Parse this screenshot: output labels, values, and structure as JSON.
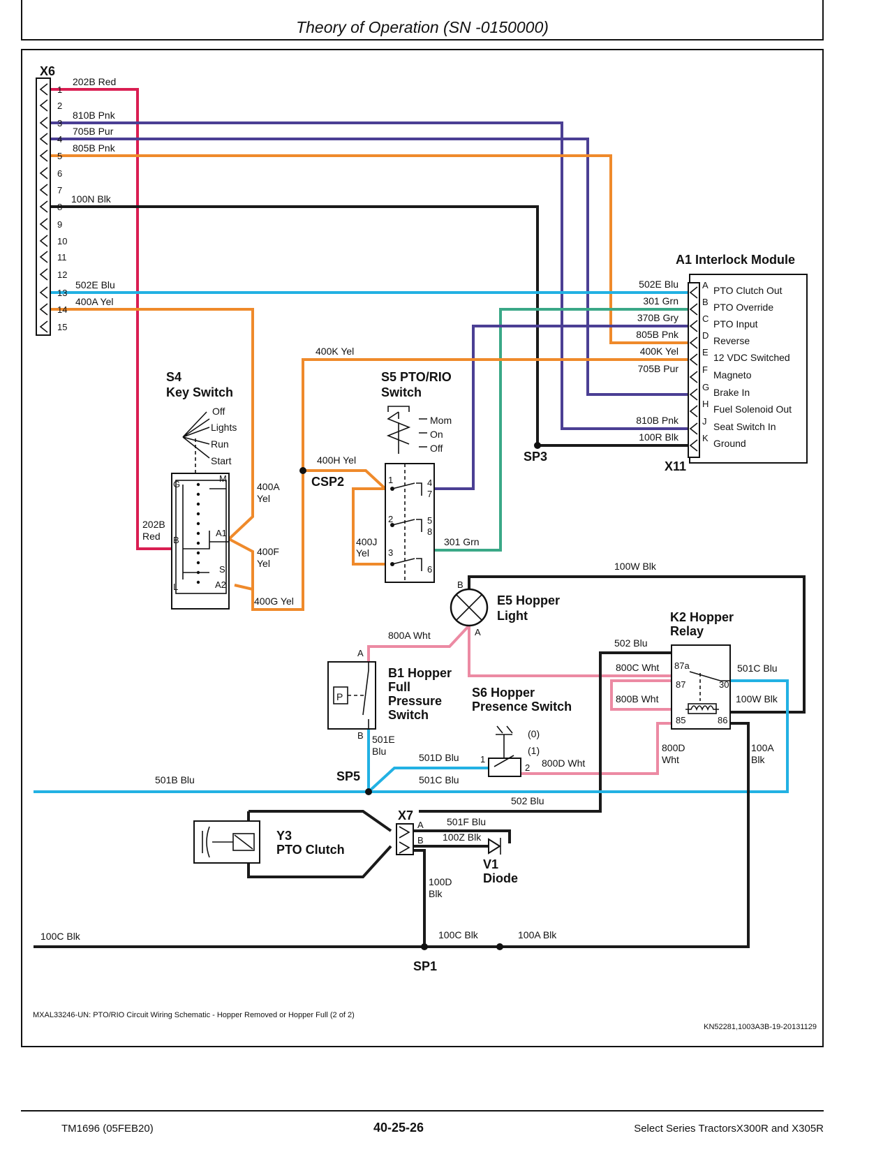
{
  "header": {
    "title": "Theory of Operation (SN -0150000)"
  },
  "connectors": {
    "x6": {
      "name": "X6",
      "pins": [
        "1",
        "2",
        "3",
        "4",
        "5",
        "6",
        "7",
        "8",
        "9",
        "10",
        "11",
        "12",
        "13",
        "14",
        "15"
      ],
      "wires": {
        "p1": "202B Red",
        "p3": "810B Pnk",
        "p4": "705B Pur",
        "p5": "805B Pnk",
        "p8": "100N Blk",
        "p13": "502E Blu",
        "p14": "400A Yel"
      }
    },
    "x11": {
      "name": "X11"
    },
    "x7": {
      "name": "X7",
      "pin_a": "A",
      "pin_b": "B"
    }
  },
  "module_a1": {
    "title": "A1 Interlock Module",
    "pins": [
      "A",
      "B",
      "C",
      "D",
      "E",
      "F",
      "G",
      "H",
      "J",
      "K"
    ],
    "functions": [
      "PTO Clutch Out",
      "PTO Override",
      "PTO Input",
      "Reverse",
      "12 VDC Switched",
      "Magneto",
      "Brake In",
      "Fuel Solenoid Out",
      "Seat Switch In",
      "Ground"
    ],
    "wires": [
      "502E Blu",
      "301 Grn",
      "370B Gry",
      "805B Pnk",
      "400K Yel",
      "705B Pur",
      "810B Pnk",
      "100R Blk"
    ]
  },
  "key_switch": {
    "title_1": "S4",
    "title_2": "Key Switch",
    "positions": [
      "Off",
      "Lights",
      "Run",
      "Start"
    ],
    "terminals": {
      "g": "G",
      "m": "M",
      "a1": "A1",
      "b": "B",
      "s": "S",
      "l": "L",
      "a2": "A2"
    }
  },
  "pto_switch": {
    "title_1": "S5 PTO/RIO",
    "title_2": "Switch",
    "positions": [
      "Mom",
      "On",
      "Off"
    ],
    "terminals": [
      "1",
      "2",
      "3",
      "4",
      "5",
      "6",
      "7",
      "8"
    ]
  },
  "hopper_light": {
    "title_1": "E5 Hopper",
    "title_2": "Light",
    "pin_a": "A",
    "pin_b": "B"
  },
  "hopper_relay": {
    "title_1": "K2 Hopper",
    "title_2": "Relay",
    "pins": {
      "p87a": "87a",
      "p87": "87",
      "p30": "30",
      "p85": "85",
      "p86": "86"
    }
  },
  "pressure_switch": {
    "title": [
      "B1 Hopper",
      "Full",
      "Pressure",
      "Switch"
    ],
    "symbol": "P",
    "pin_a": "A",
    "pin_b": "B"
  },
  "presence_switch": {
    "title_1": "S6 Hopper",
    "title_2": "Presence Switch",
    "positions": [
      "(0)",
      "(1)"
    ],
    "pin_1": "1",
    "pin_2": "2"
  },
  "pto_clutch": {
    "title_1": "Y3",
    "title_2": "PTO Clutch"
  },
  "diode": {
    "title_1": "V1",
    "title_2": "Diode"
  },
  "splices": {
    "sp1": "SP1",
    "sp3": "SP3",
    "sp5": "SP5",
    "csp2": "CSP2"
  },
  "wire_labels": {
    "w400k": "400K Yel",
    "w400h": "400H Yel",
    "w400a_yel": "400A",
    "w400a_yel2": "Yel",
    "w400f": "400F",
    "w400f2": "Yel",
    "w400g": "400G Yel",
    "w202b": "202B",
    "w202b2": "Red",
    "w400j": "400J",
    "w400j2": "Yel",
    "w301": "301 Grn",
    "w100w": "100W Blk",
    "w800a": "800A Wht",
    "w502": "502 Blu",
    "w800c": "800C Wht",
    "w800b": "800B Wht",
    "w501c_top": "501C Blu",
    "w100w_r": "100W Blk",
    "w501e": "501E",
    "w501e2": "Blu",
    "w501d": "501D Blu",
    "w800d_1": "800D Wht",
    "w800d_v": "800D",
    "w800d_v2": "Wht",
    "w100a_v": "100A",
    "w100a_v2": "Blk",
    "w501b": "501B Blu",
    "w501c_bot": "501C Blu",
    "w502_bot": "502 Blu",
    "w501f": "501F Blu",
    "w100z": "100Z Blk",
    "w100d": "100D",
    "w100d2": "Blk",
    "w100c_left": "100C Blk",
    "w100c_mid": "100C Blk",
    "w100a_bot": "100A Blk"
  },
  "caption": "MXAL33246-UN: PTO/RIO Circuit Wiring Schematic - Hopper Removed or Hopper Full (2 of 2)",
  "ref_code": "KN52281,1003A3B-19-20131129",
  "footer": {
    "left": "TM1696 (05FEB20)",
    "center": "40-25-26",
    "right": "Select Series TractorsX300R and X305R"
  }
}
